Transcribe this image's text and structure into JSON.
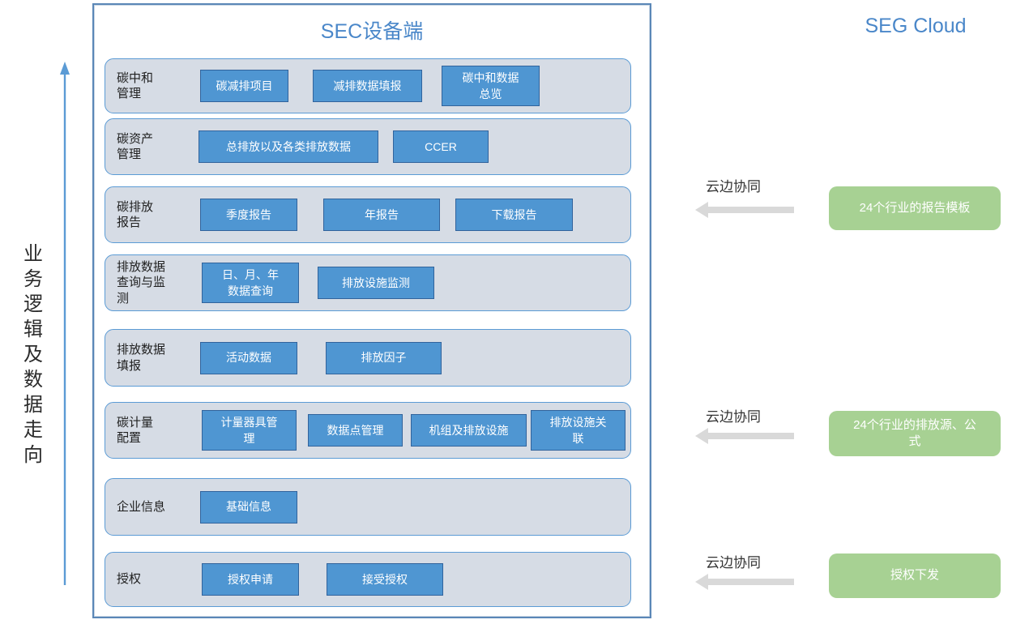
{
  "left_flow": {
    "label": "业务逻辑及数据走向"
  },
  "panel": {
    "title": "SEC设备端",
    "rows": [
      {
        "label": "碳中和\n管理",
        "buttons": [
          "碳减排项目",
          "减排数据填报",
          "碳中和数据\n总览"
        ]
      },
      {
        "label": "碳资产\n管理",
        "buttons": [
          "总排放以及各类排放数据",
          "CCER"
        ]
      },
      {
        "label": "碳排放\n报告",
        "buttons": [
          "季度报告",
          "年报告",
          "下载报告"
        ]
      },
      {
        "label": "排放数据\n查询与监\n测",
        "buttons": [
          "日、月、年\n数据查询",
          "排放设施监测"
        ]
      },
      {
        "label": "排放数据\n填报",
        "buttons": [
          "活动数据",
          "排放因子"
        ]
      },
      {
        "label": "碳计量\n配置",
        "buttons": [
          "计量器具管\n理",
          "数据点管理",
          "机组及排放设施",
          "排放设施关\n联"
        ]
      },
      {
        "label": "企业信息",
        "buttons": [
          "基础信息"
        ]
      },
      {
        "label": "授权",
        "buttons": [
          "授权申请",
          "接受授权"
        ]
      }
    ]
  },
  "cloud": {
    "title": "SEG Cloud",
    "links": [
      {
        "sync_label": "云边协同",
        "box": "24个行业的报告模板"
      },
      {
        "sync_label": "云边协同",
        "box": "24个行业的排放源、公\n式"
      },
      {
        "sync_label": "云边协同",
        "box": "授权下发"
      }
    ]
  },
  "colors": {
    "module_row_bg": "#d6dce5",
    "module_row_border": "#5b9bd5",
    "chip_bg": "#4f96d2",
    "chip_border": "#31639c",
    "panel_border": "#5b87b7",
    "title_blue": "#4a87c9",
    "cloud_box_green": "#a7d193",
    "sync_arrow_gray": "#d9d9d9",
    "flow_arrow_blue": "#5b9bd5"
  }
}
